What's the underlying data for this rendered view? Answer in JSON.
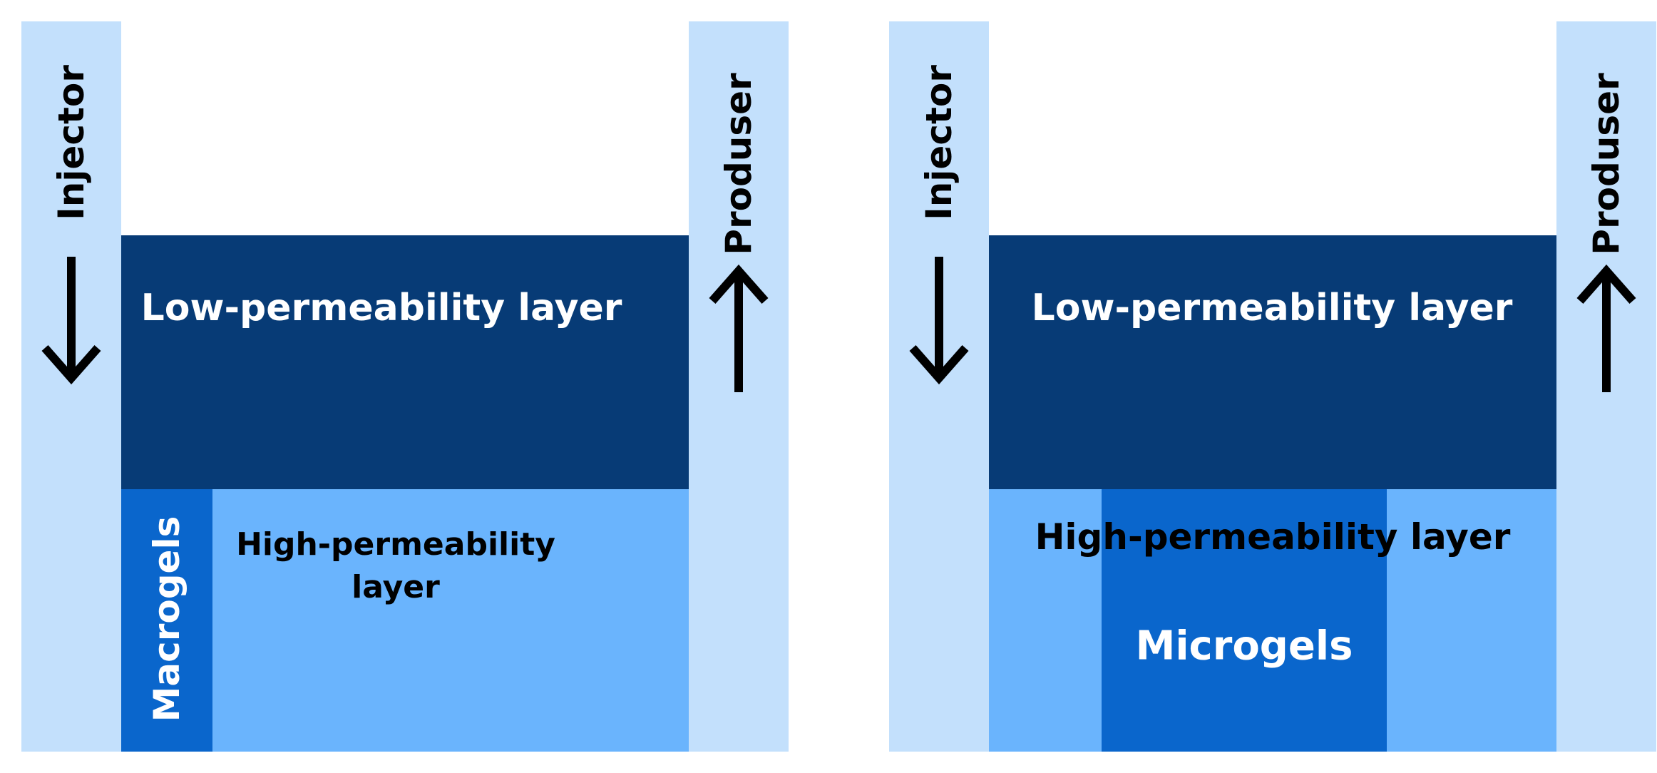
{
  "diagram": {
    "colors": {
      "well": "#c3e0fc",
      "low_permeability": "#073b76",
      "high_permeability": "#6ab4fd",
      "gel": "#0a66cc"
    },
    "panels": [
      {
        "injector_label": "Injector",
        "producer_label": "Produser",
        "low_layer_label": "Low-permeability layer",
        "high_layer_line1": "High-permeability",
        "high_layer_line2": "layer",
        "gel_label": "Macrogels"
      },
      {
        "injector_label": "Injector",
        "producer_label": "Produser",
        "low_layer_label": "Low-permeability layer",
        "high_layer_label": "High-permeability layer",
        "gel_label": "Microgels"
      }
    ],
    "arrows": {
      "injector": "down-arrow-icon",
      "producer": "up-arrow-icon"
    }
  }
}
